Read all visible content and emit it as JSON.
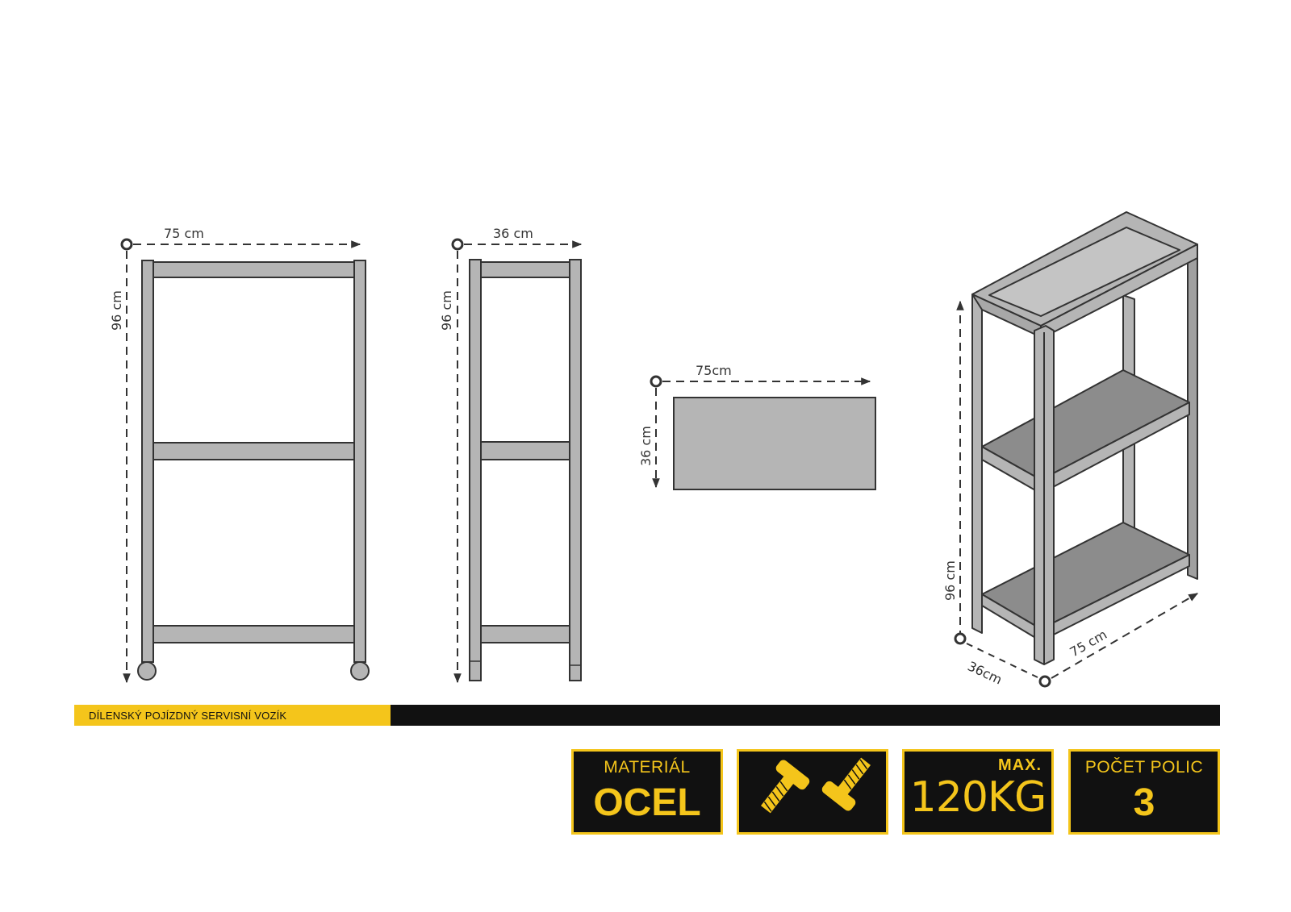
{
  "dimensions": {
    "front_width": "75 cm",
    "front_height": "96 cm",
    "side_depth": "36 cm",
    "side_height": "96 cm",
    "top_width": "75cm",
    "top_depth": "36 cm",
    "iso_height": "96 cm",
    "iso_width": "75 cm",
    "iso_depth": "36cm"
  },
  "banner": {
    "title": "DÍLENSKÝ POJÍZDNÝ SERVISNÍ VOZÍK"
  },
  "badges": {
    "material_label": "MATERIÁL",
    "material_value": "OCEL",
    "screws_icon": "screws-icon",
    "max_label": "MAX.",
    "max_value": "120KG",
    "shelves_label": "POČET POLIC",
    "shelves_value": "3"
  },
  "colors": {
    "accent": "#f4c51b",
    "dark": "#111111",
    "frame_fill": "#b5b5b5",
    "frame_stroke": "#333333"
  }
}
